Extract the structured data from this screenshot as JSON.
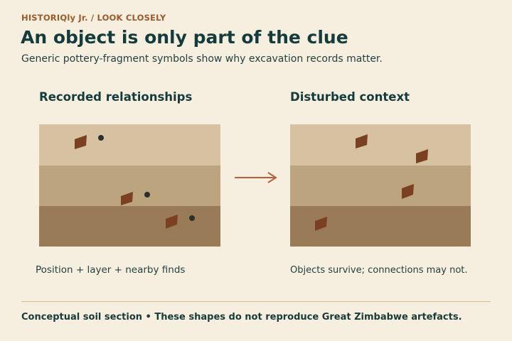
{
  "header": {
    "kicker": "HISTORIQly Jr. / LOOK CLOSELY",
    "title": "An object is only part of the clue",
    "subtitle": "Generic pottery-fragment symbols show why excavation records matter."
  },
  "panels": {
    "left": {
      "heading": "Recorded relationships",
      "caption": "Position + layer + nearby finds"
    },
    "right": {
      "heading": "Disturbed context",
      "caption": "Objects survive; connections may not."
    }
  },
  "footer": {
    "note": "Conceptual soil section • These shapes do not reproduce Great Zimbabwe artefacts."
  },
  "colors": {
    "background": "#f6efe0",
    "soil_top": "#d6c2a1",
    "soil_middle": "#bca47e",
    "soil_bottom": "#9a7b58",
    "fragment": "#7b3f22",
    "nearby_find": "#2c2f2c",
    "arrow": "#b8603a"
  },
  "icons": {
    "fragment": "pottery-fragment-icon",
    "nearby_find": "nearby-find-dot-icon",
    "transition": "arrow-right-icon"
  }
}
